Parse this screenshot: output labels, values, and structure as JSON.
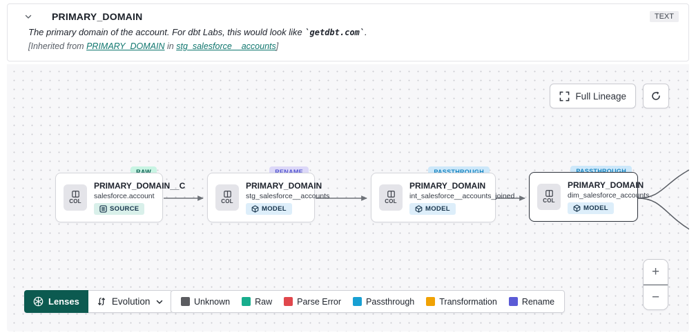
{
  "header": {
    "title": "PRIMARY_DOMAIN",
    "type_badge": "TEXT",
    "description_prefix": "The primary domain of the account. For dbt Labs, this would look like ",
    "description_code": "`getdbt.com`",
    "description_suffix": ".",
    "inherited_prefix": "[Inherited from ",
    "inherited_link_column": "PRIMARY_DOMAIN",
    "inherited_middle": " in ",
    "inherited_link_model": "stg_salesforce__accounts",
    "inherited_suffix": "]"
  },
  "toolbar": {
    "full_lineage_label": "Full Lineage"
  },
  "canvas": {
    "col_label": "COL",
    "nodes": [
      {
        "title": "PRIMARY_DOMAIN__C",
        "subtitle": "salesforce.account",
        "tag": "RAW",
        "type": "SOURCE",
        "selected": false
      },
      {
        "title": "PRIMARY_DOMAIN",
        "subtitle": "stg_salesforce__accounts",
        "tag": "RENAME",
        "type": "MODEL",
        "selected": false
      },
      {
        "title": "PRIMARY_DOMAIN",
        "subtitle": "int_salesforce__accounts_joined",
        "tag": "PASSTHROUGH",
        "type": "MODEL",
        "selected": false
      },
      {
        "title": "PRIMARY_DOMAIN",
        "subtitle": "dim_salesforce_accounts",
        "tag": "PASSTHROUGH",
        "type": "MODEL",
        "selected": true
      }
    ]
  },
  "footer": {
    "lenses_label": "Lenses",
    "lens_selected": "Evolution",
    "legend": [
      {
        "label": "Unknown",
        "color": "#5b5c60"
      },
      {
        "label": "Raw",
        "color": "#18ad8d"
      },
      {
        "label": "Parse Error",
        "color": "#e0474c"
      },
      {
        "label": "Passthrough",
        "color": "#18a0d3"
      },
      {
        "label": "Transformation",
        "color": "#f0a205"
      },
      {
        "label": "Rename",
        "color": "#5b5bd6"
      }
    ]
  },
  "zoom_controls": {
    "zoom_in": "+",
    "zoom_out": "−"
  },
  "colors": {
    "link_teal": "#0f766e",
    "lenses_button_bg": "#0c5a50",
    "tag_raw_bg": "#c8f4e3",
    "tag_rename_bg": "#dcd8f8",
    "tag_passthrough_bg": "#cde8fa",
    "canvas_bg": "#f7f7f9"
  }
}
